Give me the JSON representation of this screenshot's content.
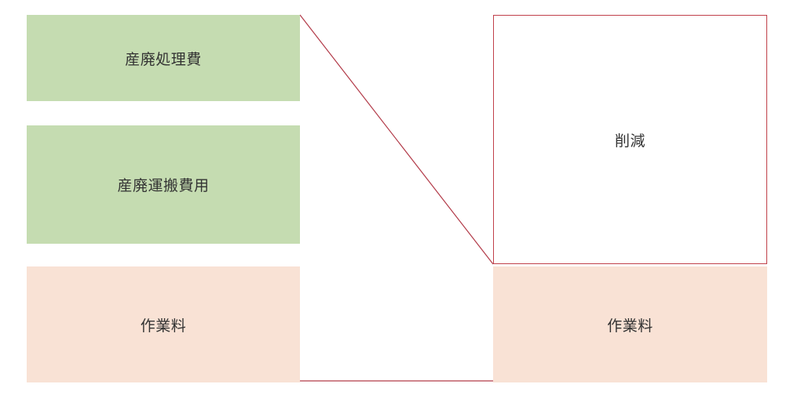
{
  "colors": {
    "cost_box": "#c5dcb1",
    "labor_box": "#f9e2d5",
    "reduction_border": "#c0404a",
    "connector": "#b23a48",
    "text": "#333333"
  },
  "left_column": {
    "disposal": "産廃処理費",
    "transport": "産廃運搬費用",
    "labor": "作業料"
  },
  "right_column": {
    "reduction": "削減",
    "labor": "作業料"
  }
}
